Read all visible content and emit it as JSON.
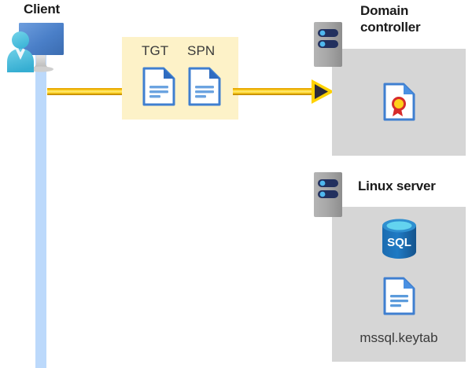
{
  "diagram": {
    "title_client": "Client",
    "title_domain_controller": "Domain controller",
    "title_linux_server": "Linux server",
    "token_labels": {
      "tgt": "TGT",
      "spn": "SPN"
    },
    "keytab_file_label": "mssql.keytab",
    "sql_icon_text": "SQL",
    "icons": {
      "client": "client-workstation-icon",
      "tgt_document": "document-icon",
      "spn_document": "document-icon",
      "arrow": "right-arrow-icon",
      "domain_controller_server": "server-rack-icon",
      "linux_server": "server-rack-icon",
      "certificate": "certificate-document-icon",
      "sql_database": "sql-database-icon",
      "keytab_document": "document-icon"
    },
    "colors": {
      "highlight_box": "#fdf2c8",
      "panel_gray": "#d6d6d6",
      "lifeline_blue": "#bcd9fb",
      "arrow_yellow": "#ffd92e",
      "doc_blue": "#3a7fd5",
      "sql_blue": "#1f6fb5",
      "title_text": "#1a1a1a"
    }
  }
}
